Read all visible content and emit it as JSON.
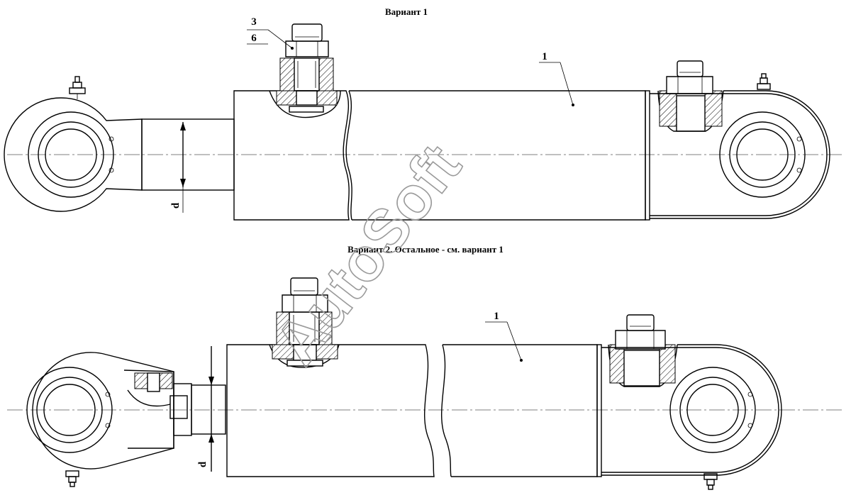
{
  "titles": {
    "variant1": "Вариант 1",
    "variant2": "Вариант 2. Остальное - см. вариант 1"
  },
  "labels": {
    "v1_cylinder": "1",
    "v1_leader_top": "3",
    "v1_leader_bottom": "6",
    "v1_dim": "d",
    "v2_cylinder": "1",
    "v2_dim": "d"
  },
  "watermark": "AutoSoft"
}
